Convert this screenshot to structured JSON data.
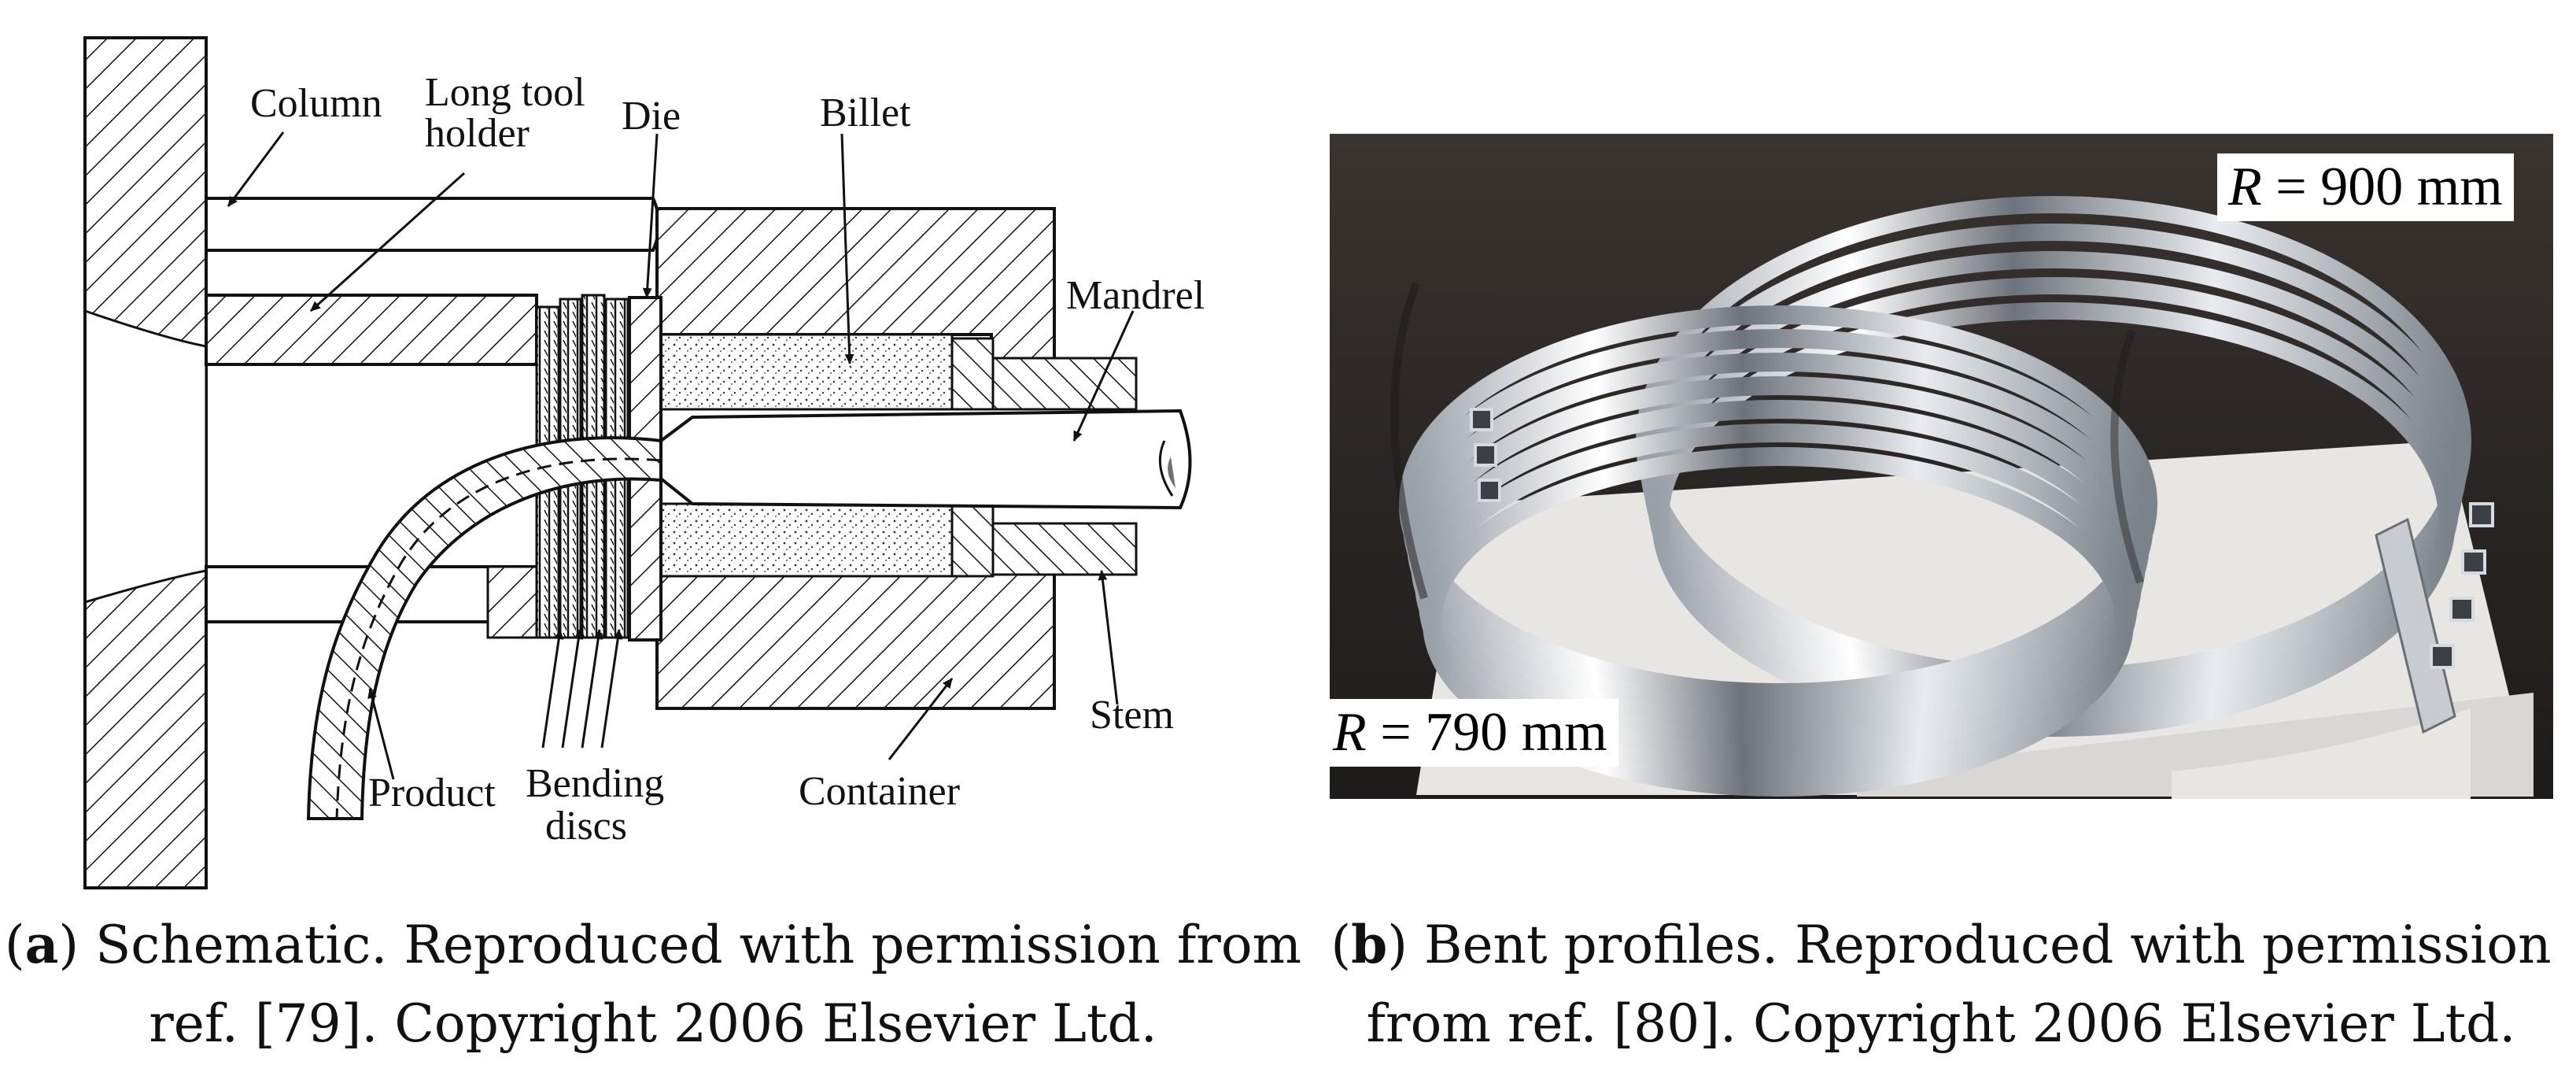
{
  "figure": {
    "panel_a": {
      "labels": {
        "column": "Column",
        "long_tool_holder_1": "Long tool",
        "long_tool_holder_2": "holder",
        "die": "Die",
        "billet": "Billet",
        "mandrel": "Mandrel",
        "stem": "Stem",
        "container": "Container",
        "product": "Product",
        "bending_discs_1": "Bending",
        "bending_discs_2": "discs"
      },
      "caption_letter": "a",
      "caption_line1": "Schematic. Reproduced with permission from",
      "caption_line2": "ref. [79]. Copyright 2006 Elsevier Ltd."
    },
    "panel_b": {
      "radius_outer_symbol": "R",
      "radius_outer_value": " = 900 mm",
      "radius_inner_symbol": "R",
      "radius_inner_value": " = 790 mm",
      "caption_letter": "b",
      "caption_line1": "Bent profiles. Reproduced with permission",
      "caption_line2": "from ref. [80]. Copyright 2006 Elsevier Ltd."
    }
  }
}
